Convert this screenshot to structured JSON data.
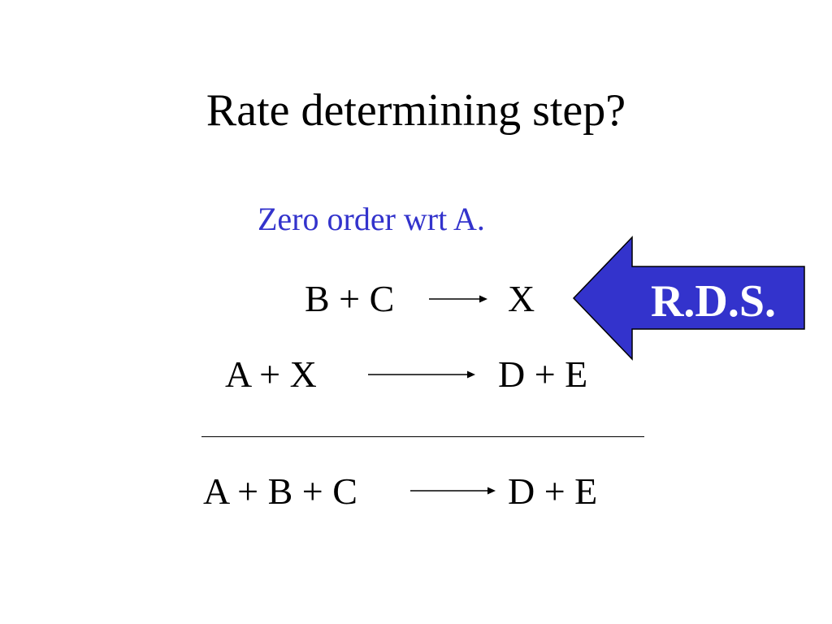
{
  "title": "Rate determining step?",
  "subtitle": "Zero order wrt A.",
  "subtitle_color": "#3333cc",
  "step1": {
    "reactants": "B + C",
    "products": "X"
  },
  "step2": {
    "reactants": "A + X",
    "products": "D + E"
  },
  "overall": {
    "reactants": "A + B + C",
    "products": "D + E"
  },
  "callout": {
    "label": "R.D.S.",
    "fill_color": "#3333cc",
    "points_to": "step1"
  }
}
